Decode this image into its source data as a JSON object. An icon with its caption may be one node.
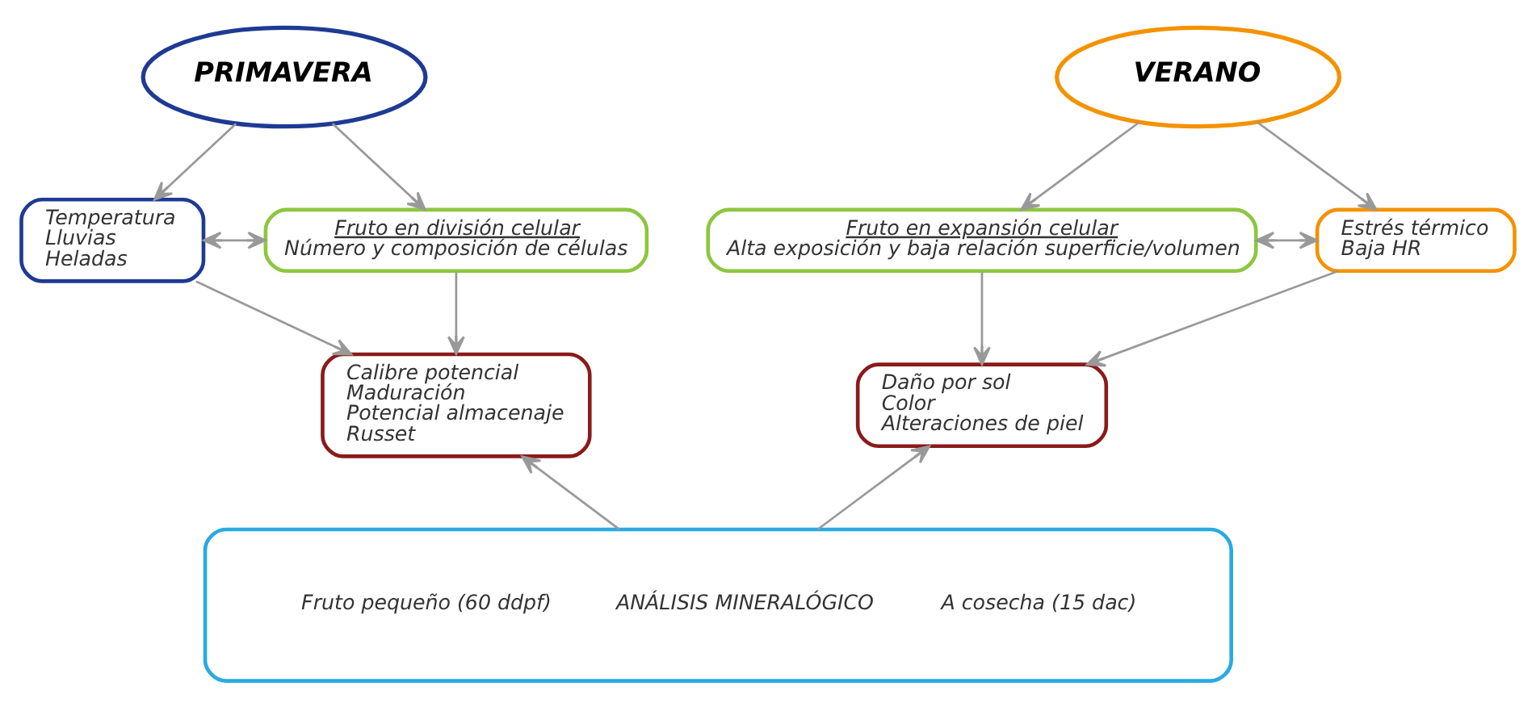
{
  "diagram": {
    "nodes": [
      {
        "text": [
          "PRIMAVERA"
        ]
      },
      {
        "text": [
          "Temperatura",
          "Lluvias",
          "Heladas"
        ]
      },
      {
        "text": [
          "Fruto en división celular",
          "Número y composición de células"
        ]
      },
      {
        "text": [
          "Calibre potencial",
          "Maduración",
          "Potencial almacenaje",
          "Russet"
        ]
      },
      {
        "text": [
          "VERANO"
        ]
      },
      {
        "text": [
          "Fruto en expansión celular",
          "Alta exposición y baja relación superficie/volumen"
        ]
      },
      {
        "text": [
          "Estrés térmico",
          "Baja HR"
        ]
      },
      {
        "text": [
          "Daño por sol",
          "Color",
          "Alteraciones de piel"
        ]
      },
      {
        "text": [
          "Fruto pequeño (60 ddpf)",
          "ANÁLISIS MINERALÓGICO",
          "A cosecha (15 dac)"
        ]
      }
    ],
    "edges": [
      {
        "from": 0,
        "to": 1,
        "arrow": "to"
      },
      {
        "from": 0,
        "to": 2,
        "arrow": "to"
      },
      {
        "from": 1,
        "to": 2,
        "arrow": "both"
      },
      {
        "from": 1,
        "to": 3,
        "arrow": "to"
      },
      {
        "from": 2,
        "to": 3,
        "arrow": "to"
      },
      {
        "from": 4,
        "to": 5,
        "arrow": "to"
      },
      {
        "from": 4,
        "to": 6,
        "arrow": "to"
      },
      {
        "from": 5,
        "to": 6,
        "arrow": "both"
      },
      {
        "from": 5,
        "to": 7,
        "arrow": "to"
      },
      {
        "from": 6,
        "to": 7,
        "arrow": "to"
      },
      {
        "from": 8,
        "to": 3,
        "arrow": "to"
      },
      {
        "from": 8,
        "to": 7,
        "arrow": "to"
      }
    ]
  }
}
